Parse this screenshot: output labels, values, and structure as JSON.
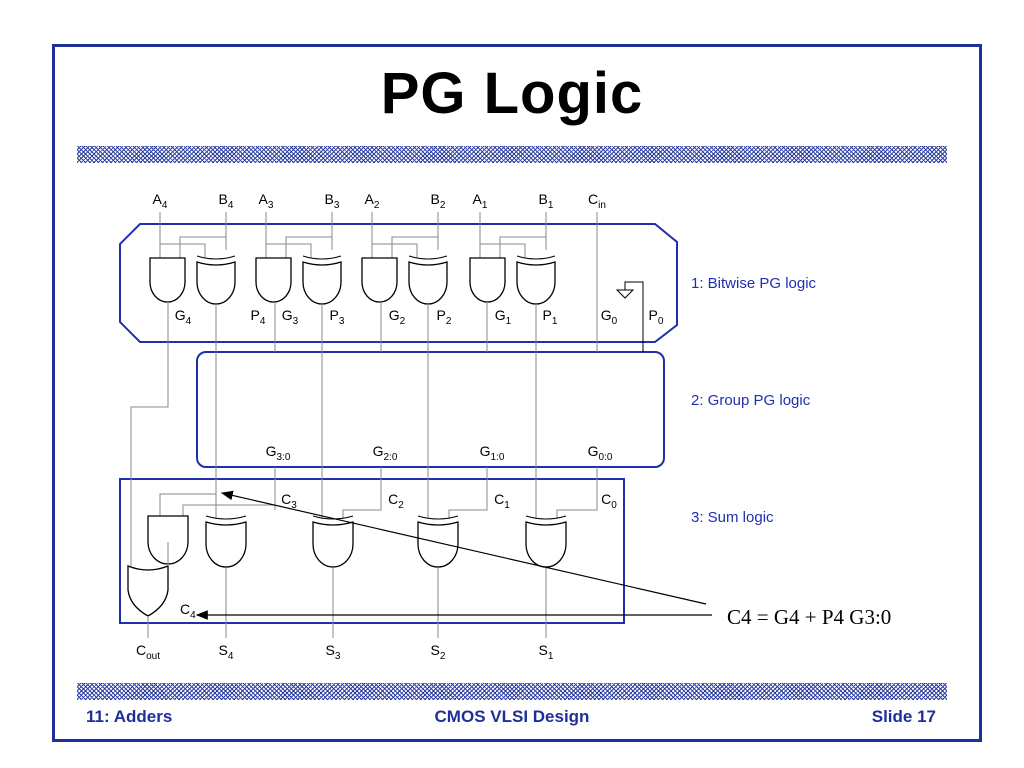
{
  "slide": {
    "title": "PG Logic",
    "footer": {
      "left": "11: Adders",
      "center": "CMOS VLSI Design",
      "right": "Slide 17"
    }
  },
  "diagram": {
    "inputs": [
      {
        "name": "A",
        "sub": "4"
      },
      {
        "name": "B",
        "sub": "4"
      },
      {
        "name": "A",
        "sub": "3"
      },
      {
        "name": "B",
        "sub": "3"
      },
      {
        "name": "A",
        "sub": "2"
      },
      {
        "name": "B",
        "sub": "2"
      },
      {
        "name": "A",
        "sub": "1"
      },
      {
        "name": "B",
        "sub": "1"
      },
      {
        "name": "C",
        "sub": "in"
      }
    ],
    "bitwise_outputs": [
      {
        "name": "G",
        "sub": "4"
      },
      {
        "name": "P",
        "sub": "4"
      },
      {
        "name": "G",
        "sub": "3"
      },
      {
        "name": "P",
        "sub": "3"
      },
      {
        "name": "G",
        "sub": "2"
      },
      {
        "name": "P",
        "sub": "2"
      },
      {
        "name": "G",
        "sub": "1"
      },
      {
        "name": "P",
        "sub": "1"
      },
      {
        "name": "G",
        "sub": "0"
      },
      {
        "name": "P",
        "sub": "0"
      }
    ],
    "group_outputs": [
      {
        "name": "G",
        "sub": "3:0"
      },
      {
        "name": "G",
        "sub": "2:0"
      },
      {
        "name": "G",
        "sub": "1:0"
      },
      {
        "name": "G",
        "sub": "0:0"
      }
    ],
    "carries": [
      {
        "name": "C",
        "sub": "3"
      },
      {
        "name": "C",
        "sub": "2"
      },
      {
        "name": "C",
        "sub": "1"
      },
      {
        "name": "C",
        "sub": "0"
      }
    ],
    "carry_out_internal": {
      "name": "C",
      "sub": "4"
    },
    "outputs": [
      {
        "name": "C",
        "sub": "out"
      },
      {
        "name": "S",
        "sub": "4"
      },
      {
        "name": "S",
        "sub": "3"
      },
      {
        "name": "S",
        "sub": "2"
      },
      {
        "name": "S",
        "sub": "1"
      }
    ],
    "stage_labels": [
      "1: Bitwise PG logic",
      "2: Group PG logic",
      "3: Sum logic"
    ],
    "annotation": "C4 = G4 + P4 G3:0",
    "colors": {
      "box": "#1f2fb0",
      "stripe": "#2d3f9f",
      "footer": "#1f2f9a"
    }
  }
}
